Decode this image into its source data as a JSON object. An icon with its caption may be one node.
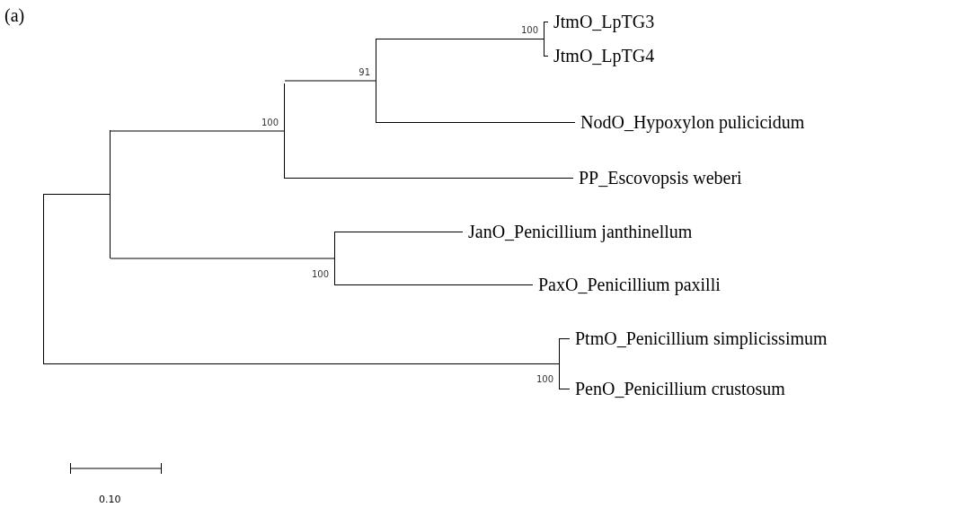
{
  "diagram": {
    "nodes": [
      {
        "text": [],
        "shape": "point"
      },
      {
        "text": [],
        "shape": "point"
      },
      {
        "text": [],
        "shape": "point",
        "beside": [
          "100"
        ]
      },
      {
        "text": [],
        "shape": "point",
        "beside": [
          "91"
        ]
      },
      {
        "text": [],
        "shape": "point",
        "beside": [
          "100"
        ]
      },
      {
        "text": [
          "JtmO_LpTG3"
        ]
      },
      {
        "text": [
          "JtmO_LpTG4"
        ]
      },
      {
        "text": [
          "NodO_Hypoxylon pulicicidum"
        ]
      },
      {
        "text": [
          "PP_Escovopsis weberi"
        ]
      },
      {
        "text": [],
        "shape": "point",
        "beside": [
          "100"
        ]
      },
      {
        "text": [
          "JanO_Penicillium janthinellum"
        ]
      },
      {
        "text": [
          "PaxO_Penicillium paxilli"
        ]
      },
      {
        "text": [],
        "shape": "point",
        "beside": [
          "100"
        ]
      },
      {
        "text": [
          "PtmO_Penicillium simplicissimum"
        ]
      },
      {
        "text": [
          "PenO_Penicillium crustosum"
        ]
      }
    ],
    "edges": [
      {
        "from": 0,
        "to": 1,
        "arrow": "none"
      },
      {
        "from": 0,
        "to": 12,
        "arrow": "none"
      },
      {
        "from": 1,
        "to": 2,
        "arrow": "none"
      },
      {
        "from": 1,
        "to": 9,
        "arrow": "none"
      },
      {
        "from": 2,
        "to": 3,
        "arrow": "none"
      },
      {
        "from": 2,
        "to": 8,
        "arrow": "none"
      },
      {
        "from": 3,
        "to": 4,
        "arrow": "none"
      },
      {
        "from": 3,
        "to": 7,
        "arrow": "none"
      },
      {
        "from": 4,
        "to": 5,
        "arrow": "none"
      },
      {
        "from": 4,
        "to": 6,
        "arrow": "none"
      },
      {
        "from": 9,
        "to": 10,
        "arrow": "none"
      },
      {
        "from": 9,
        "to": 11,
        "arrow": "none"
      },
      {
        "from": 12,
        "to": 13,
        "arrow": "none"
      },
      {
        "from": 12,
        "to": 14,
        "arrow": "none"
      }
    ],
    "labels": [
      "(a)",
      "0.10"
    ]
  }
}
